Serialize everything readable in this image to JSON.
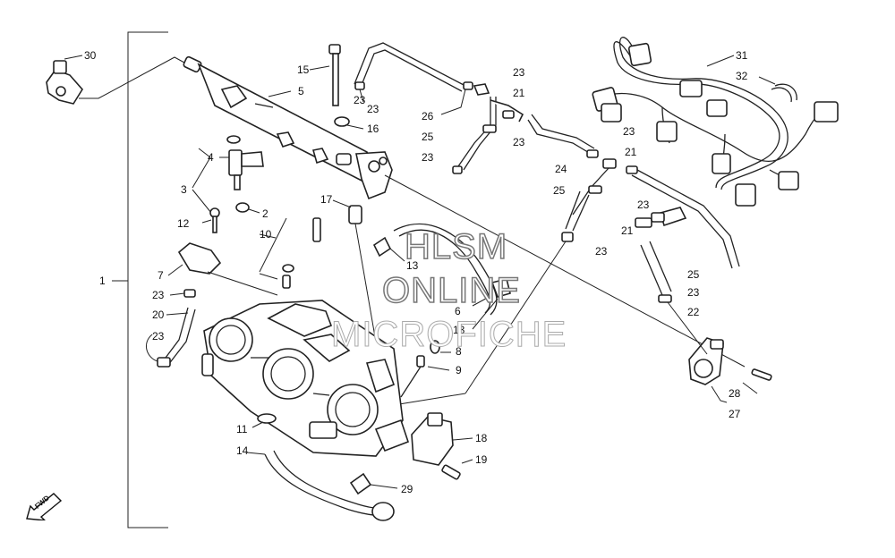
{
  "watermark": {
    "line1": "HLSM",
    "line2": "ONLINE",
    "line3": "MICROFICHE"
  },
  "direction": {
    "label": "FWD"
  },
  "callouts": [
    {
      "id": "c1",
      "label": "1"
    },
    {
      "id": "c2",
      "label": "2"
    },
    {
      "id": "c3",
      "label": "3"
    },
    {
      "id": "c4",
      "label": "4"
    },
    {
      "id": "c5",
      "label": "5"
    },
    {
      "id": "c6",
      "label": "6"
    },
    {
      "id": "c7",
      "label": "7"
    },
    {
      "id": "c8",
      "label": "8"
    },
    {
      "id": "c9",
      "label": "9"
    },
    {
      "id": "c10",
      "label": "10"
    },
    {
      "id": "c11",
      "label": "11"
    },
    {
      "id": "c12",
      "label": "12"
    },
    {
      "id": "c13a",
      "label": "13"
    },
    {
      "id": "c13b",
      "label": "13"
    },
    {
      "id": "c14",
      "label": "14"
    },
    {
      "id": "c15",
      "label": "15"
    },
    {
      "id": "c16",
      "label": "16"
    },
    {
      "id": "c17",
      "label": "17"
    },
    {
      "id": "c18",
      "label": "18"
    },
    {
      "id": "c19",
      "label": "19"
    },
    {
      "id": "c20",
      "label": "20"
    },
    {
      "id": "c21a",
      "label": "21"
    },
    {
      "id": "c21b",
      "label": "21"
    },
    {
      "id": "c21c",
      "label": "21"
    },
    {
      "id": "c22",
      "label": "22"
    },
    {
      "id": "c23a",
      "label": "23"
    },
    {
      "id": "c23b",
      "label": "23"
    },
    {
      "id": "c23c",
      "label": "23"
    },
    {
      "id": "c23d",
      "label": "23"
    },
    {
      "id": "c23e",
      "label": "23"
    },
    {
      "id": "c23f",
      "label": "23"
    },
    {
      "id": "c23g",
      "label": "23"
    },
    {
      "id": "c23h",
      "label": "23"
    },
    {
      "id": "c23i",
      "label": "23"
    },
    {
      "id": "c23j",
      "label": "23"
    },
    {
      "id": "c23k",
      "label": "23"
    },
    {
      "id": "c24",
      "label": "24"
    },
    {
      "id": "c25a",
      "label": "25"
    },
    {
      "id": "c25b",
      "label": "25"
    },
    {
      "id": "c25c",
      "label": "25"
    },
    {
      "id": "c26",
      "label": "26"
    },
    {
      "id": "c27",
      "label": "27"
    },
    {
      "id": "c28",
      "label": "28"
    },
    {
      "id": "c29",
      "label": "29"
    },
    {
      "id": "c30",
      "label": "30"
    },
    {
      "id": "c31",
      "label": "31"
    },
    {
      "id": "c32",
      "label": "32"
    }
  ]
}
